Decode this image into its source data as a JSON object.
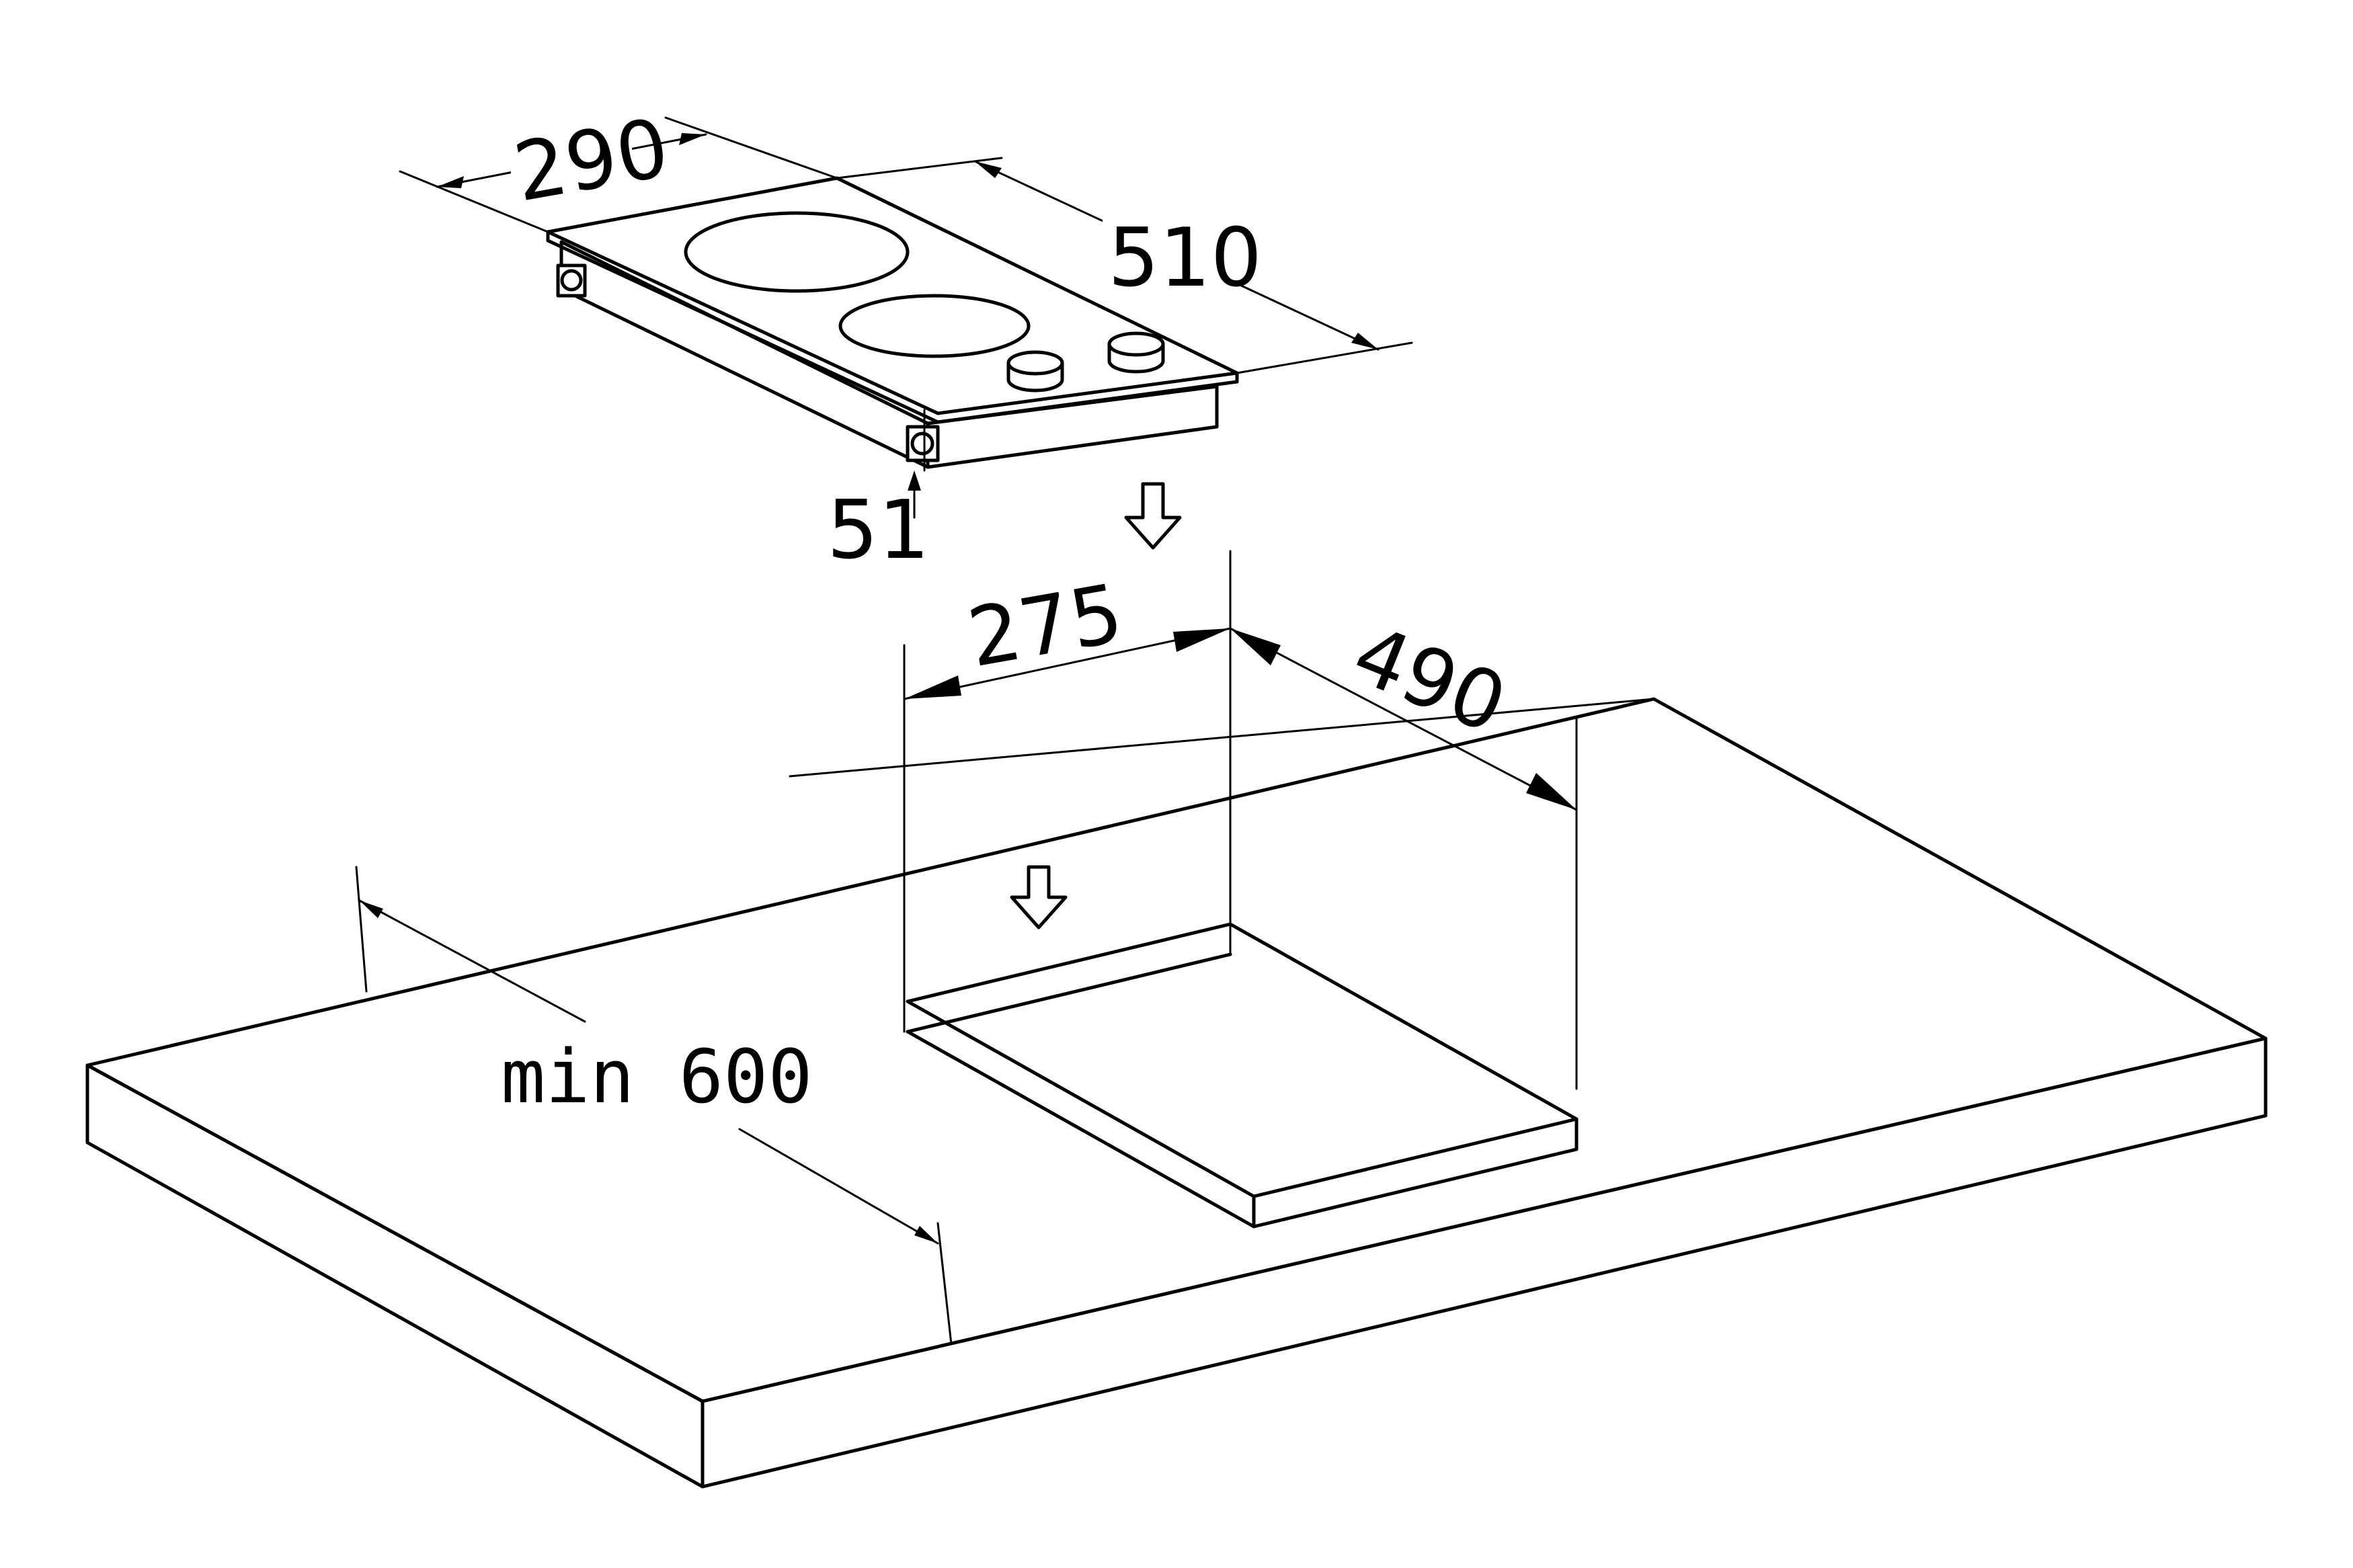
{
  "diagram": {
    "hob": {
      "width": "290",
      "depth": "510",
      "height": "51"
    },
    "cutout": {
      "width": "275",
      "depth": "490"
    },
    "clearance": {
      "label": "min 600"
    }
  }
}
